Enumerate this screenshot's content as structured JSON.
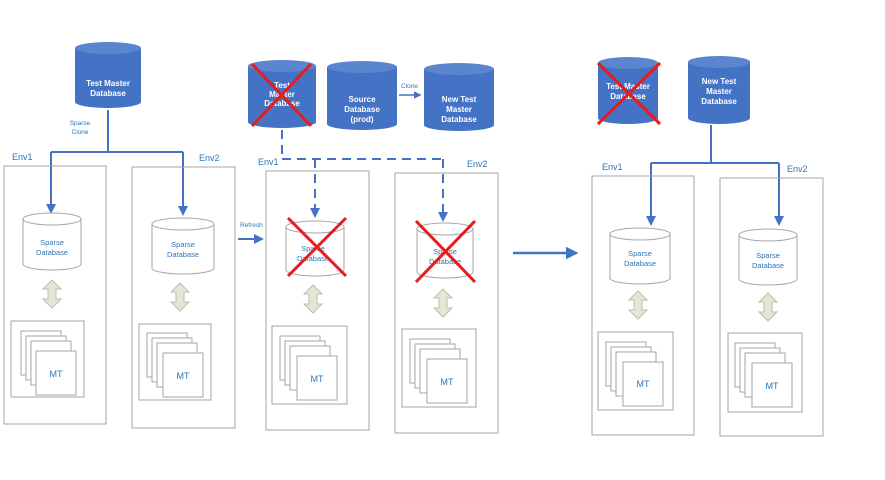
{
  "colors": {
    "accent": "#4472c4",
    "text_blue": "#2e75b6",
    "cross_red": "#e81c1c",
    "box_border": "#a6a6a6",
    "arrow_fill": "#e2e8d5"
  },
  "panel1": {
    "master_db": [
      "Test Master",
      "Database"
    ],
    "sparse_clone": [
      "Sparse",
      "Clone"
    ],
    "env1": "Env1",
    "env2": "Env2",
    "sparse_db": [
      "Sparse",
      "Database"
    ],
    "mt": "MT"
  },
  "refresh_label": "Refresh",
  "panel2": {
    "old_master_db": [
      "Test",
      "Master",
      "Database"
    ],
    "source_db": [
      "Source",
      "Database",
      "(prod)"
    ],
    "clone_label": "Clone",
    "new_master_db": [
      "New Test",
      "Master",
      "Database"
    ],
    "env1": "Env1",
    "env2": "Env2",
    "sparse_db": [
      "Sparse",
      "Database"
    ],
    "mt": "MT"
  },
  "panel3": {
    "old_master_db": [
      "Test Master",
      "Database"
    ],
    "new_master_db": [
      "New Test",
      "Master",
      "Database"
    ],
    "env1": "Env1",
    "env2": "Env2",
    "sparse_db": [
      "Sparse",
      "Database"
    ],
    "mt": "MT"
  }
}
